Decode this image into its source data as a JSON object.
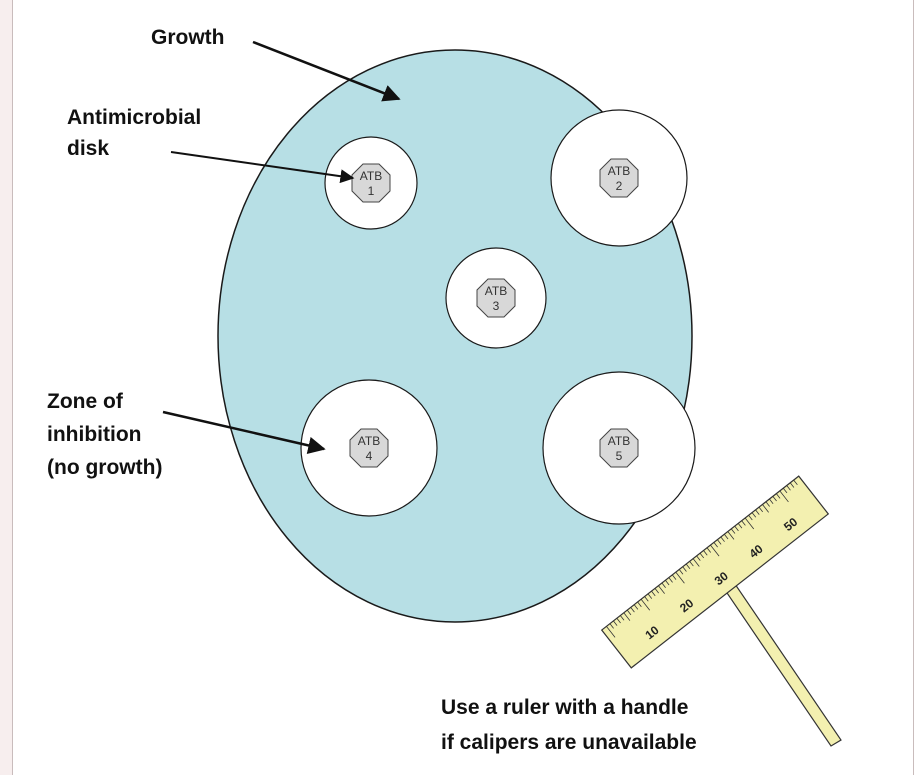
{
  "labels": {
    "growth": "Growth",
    "disk_line1": "Antimicrobial",
    "disk_line2": "disk",
    "zone_line1": "Zone of",
    "zone_line2": "inhibition",
    "zone_line3": "(no growth)",
    "ruler_line1": "Use a ruler with a handle",
    "ruler_line2": "if calipers are unavailable"
  },
  "disks": [
    {
      "name": "ATB",
      "number": "1"
    },
    {
      "name": "ATB",
      "number": "2"
    },
    {
      "name": "ATB",
      "number": "3"
    },
    {
      "name": "ATB",
      "number": "4"
    },
    {
      "name": "ATB",
      "number": "5"
    }
  ],
  "ruler": {
    "marks": [
      "10",
      "20",
      "30",
      "40",
      "50"
    ]
  },
  "colors": {
    "growth": "#b7dfe5",
    "zone": "#ffffff",
    "disk": "#d8d8d8",
    "ruler": "#f3f0b0"
  }
}
